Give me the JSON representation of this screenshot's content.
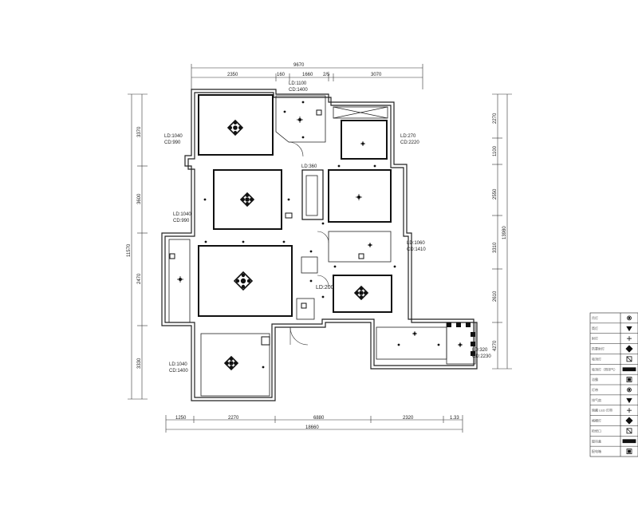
{
  "dimensions": {
    "top_total": "9670",
    "top_segments": [
      "2350",
      "160",
      "1660",
      "2/5",
      "3070"
    ],
    "bottom_segments": [
      "1250",
      "2270",
      "6880",
      "2320",
      "1.33"
    ],
    "bottom_total": "18660",
    "left_segments": [
      "3370",
      "3600",
      "2470",
      "3330"
    ],
    "left_total": "11570",
    "right_segments": [
      "2270",
      "1100",
      "2550",
      "3310",
      "2610",
      "4270"
    ],
    "right_total": "13980"
  },
  "room_labels": {
    "top_center_ld": "LD:1100",
    "top_center_cd": "CD:1400",
    "left_upper_ld": "LD:1040",
    "left_upper_cd": "CD:990",
    "left_mid_ld": "LD:1040",
    "left_mid_cd": "CD:990",
    "left_lower_ld": "LD:1040",
    "left_lower_cd": "CD:1400",
    "right_upper_ld": "LD:270",
    "right_upper_cd": "CD:2220",
    "right_mid_ld": "LD:1060",
    "right_mid_cd": "CD:1410",
    "right_lower_ld": "LD:320",
    "right_lower_cd": "CD:2230",
    "hall_upper": "LD:360",
    "hall_lower": "LD:200"
  },
  "legend": {
    "rows": [
      "吊灯",
      "筒灯",
      "射灯",
      "防雾射灯",
      "吸顶灯",
      "吸顶灯（带排气）",
      "浴霸",
      "灯带",
      "排气扇",
      "暗藏 LED 灯带",
      "格栅灯",
      "检修口",
      "窗帘盒",
      "配电箱"
    ]
  }
}
